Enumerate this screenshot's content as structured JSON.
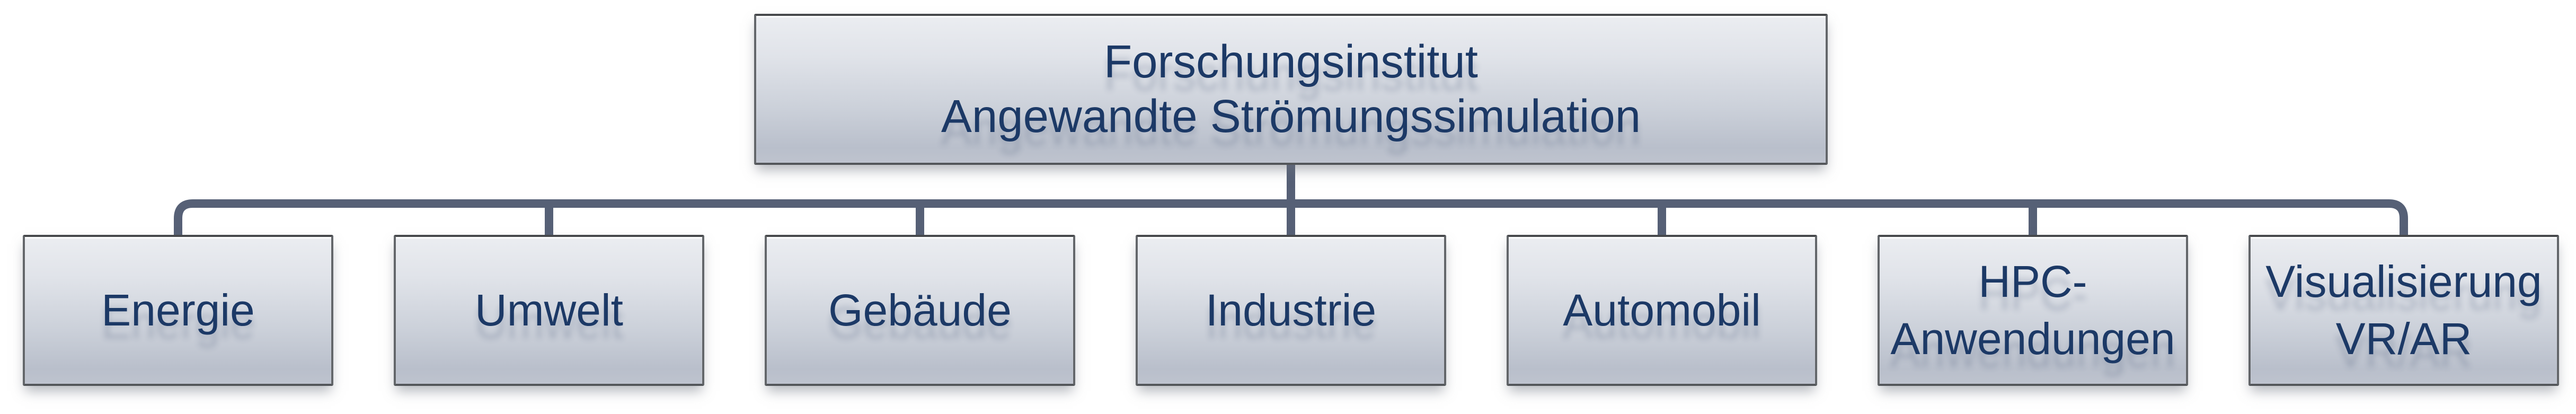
{
  "colors": {
    "connector": "#566076",
    "node_text": "#1c3966",
    "node_border": "#63666a",
    "node_fill_top": "#ebedf1",
    "node_fill_bottom": "#bec3ce",
    "background": "#ffffff"
  },
  "org_chart": {
    "root": {
      "label": "Forschungsinstitut\nAngewandte Strömungssimulation"
    },
    "children": [
      {
        "label": "Energie"
      },
      {
        "label": "Umwelt"
      },
      {
        "label": "Gebäude"
      },
      {
        "label": "Industrie"
      },
      {
        "label": "Automobil"
      },
      {
        "label": "HPC-\nAnwendungen"
      },
      {
        "label": "Visualisierung\nVR/AR"
      }
    ]
  }
}
